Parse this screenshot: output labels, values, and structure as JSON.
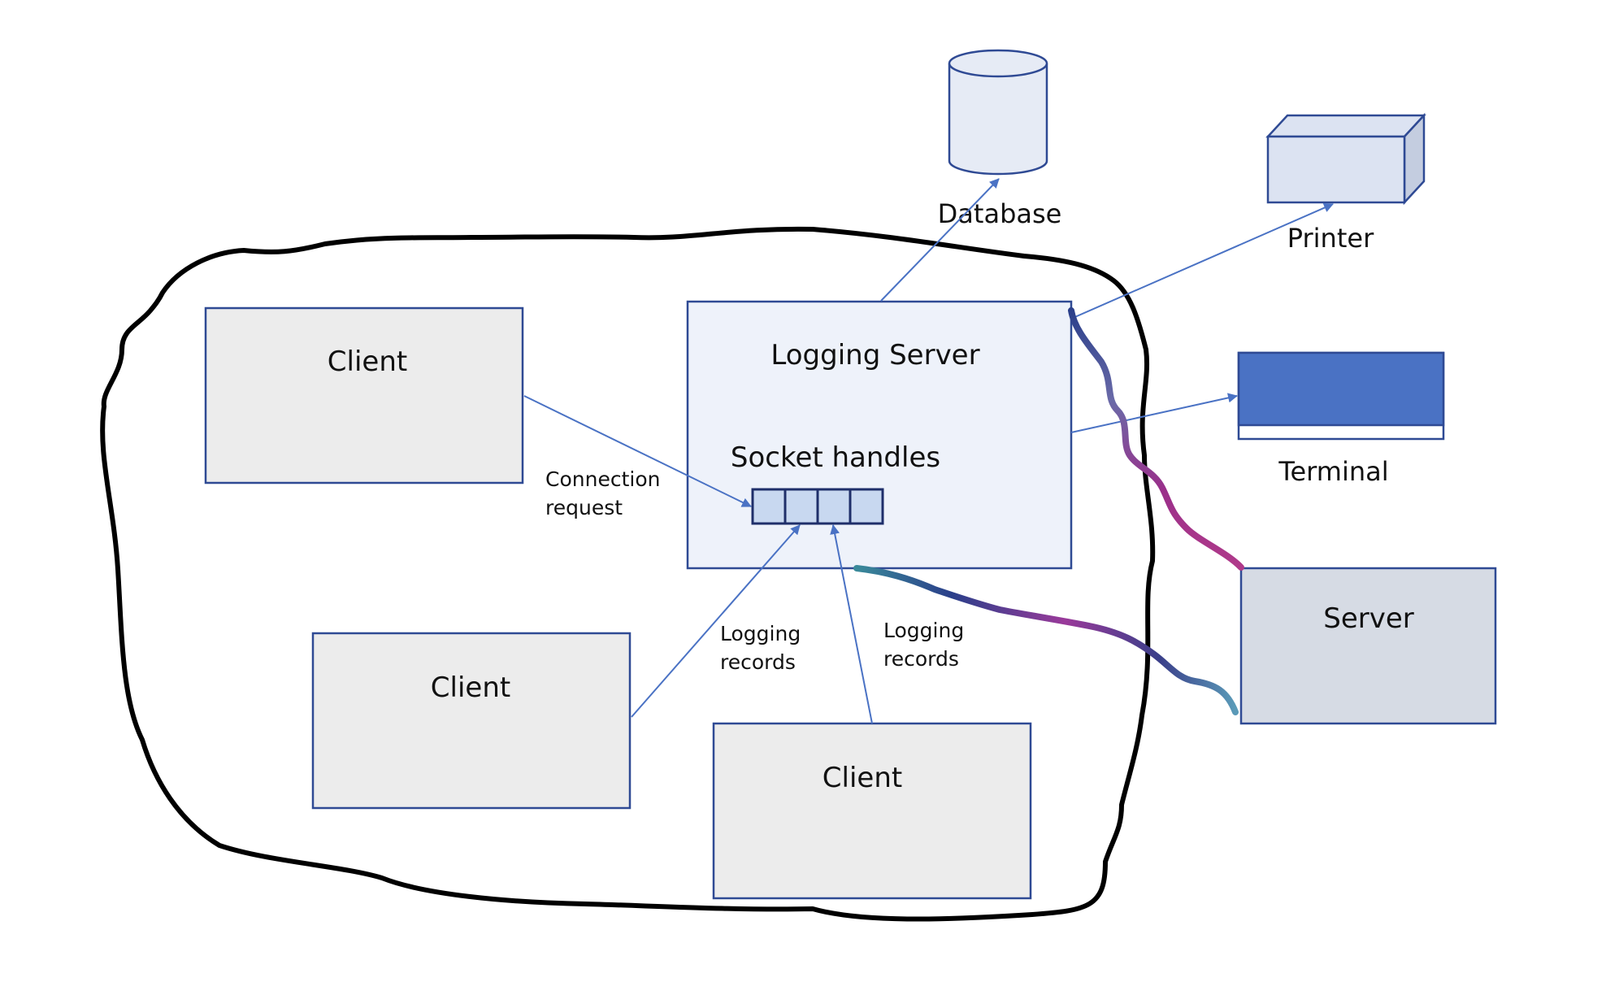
{
  "labels": {
    "logging_server": "Logging Server",
    "socket_handles": "Socket handles",
    "client_1": "Client",
    "client_2": "Client",
    "client_3": "Client",
    "server": "Server",
    "database": "Database",
    "printer": "Printer",
    "terminal": "Terminal",
    "connection_request_line1": "Connection",
    "connection_request_line2": "request",
    "logging_records_a_line1": "Logging",
    "logging_records_a_line2": "records",
    "logging_records_b_line1": "Logging",
    "logging_records_b_line2": "records"
  },
  "colors": {
    "arrow": "#4a72c4",
    "box_border": "#2f4a94",
    "client_fill": "#ececec",
    "logging_server_fill": "#eef2fa",
    "server_fill": "#d6dbe4",
    "socket_fill": "#c8d8f0",
    "terminal_fill": "#4a72c4",
    "outline": "#000000"
  },
  "icons": [
    "database-cylinder-icon",
    "printer-box-icon",
    "terminal-icon"
  ]
}
